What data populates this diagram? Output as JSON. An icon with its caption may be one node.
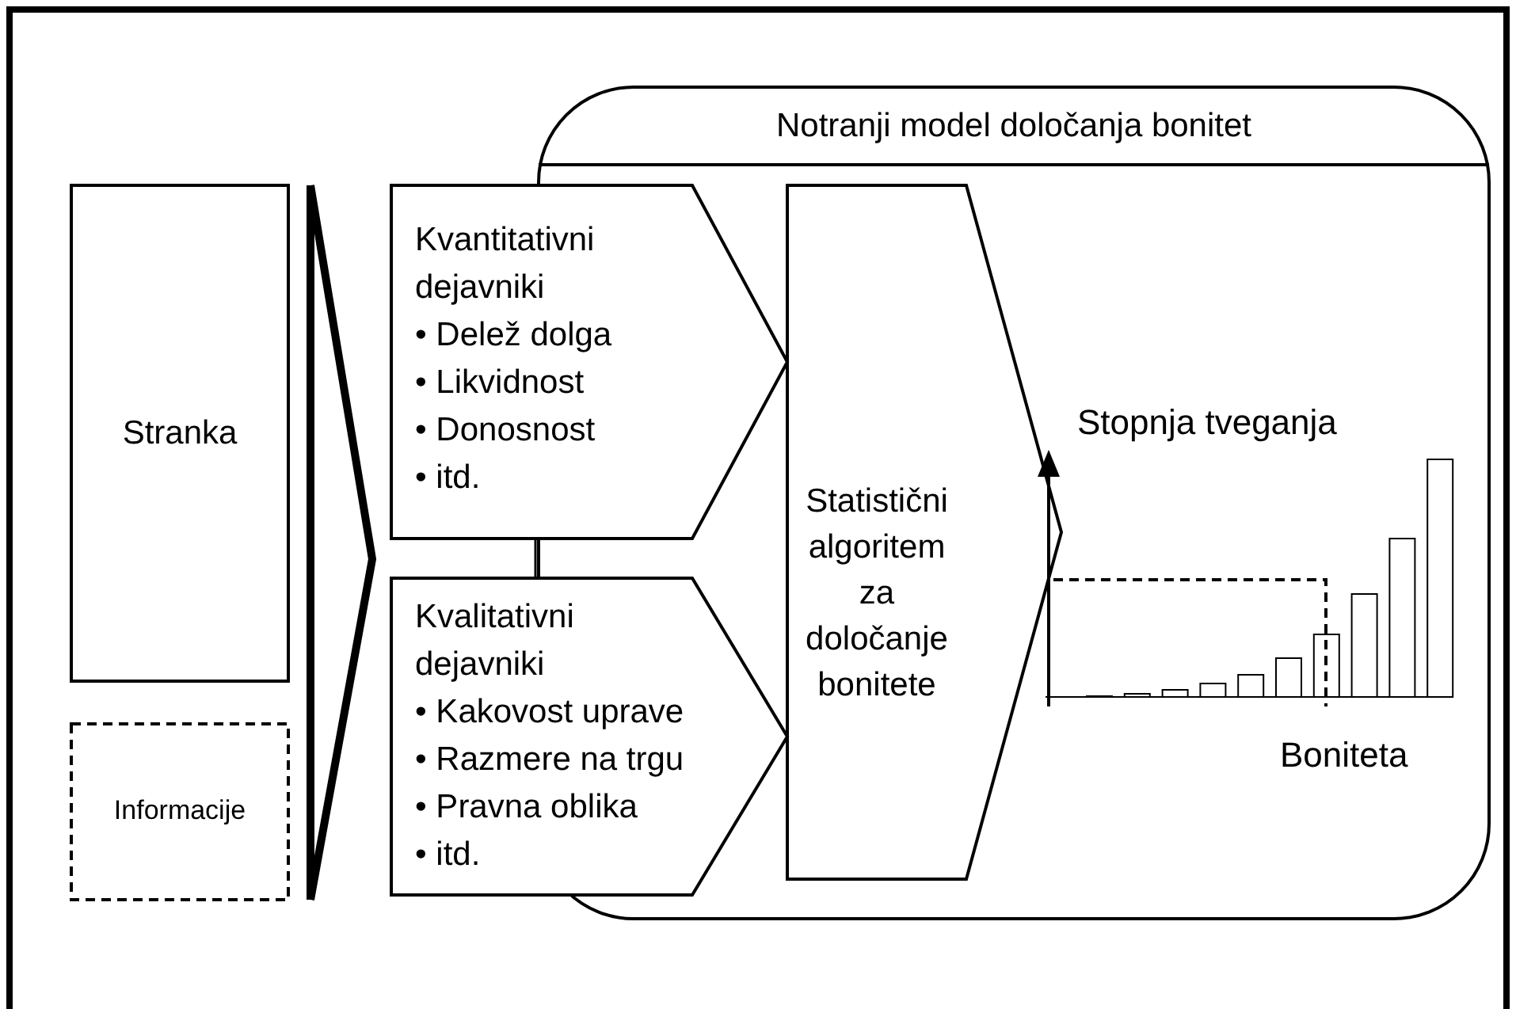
{
  "diagram": {
    "nodes": [
      {
        "text": [
          "Notranji model določanja bonitet"
        ]
      },
      {
        "text": [
          "Stranka"
        ]
      },
      {
        "text": [
          "Informacije"
        ]
      },
      {
        "text": [
          "Kvantitativni dejavniki",
          "• Delež dolga",
          "• Likvidnost",
          "• Donosnost",
          "• itd."
        ]
      },
      {
        "text": [
          "Kvalitativni dejavniki",
          "• Kakovost uprave",
          "• Razmere na trgu",
          "• Pravna oblika",
          "• itd."
        ]
      },
      {
        "text": [
          "Statistični algoritem za določanje bonitete"
        ],
        "in": 0
      }
    ],
    "edges": [
      {
        "from": 3,
        "to": 4,
        "arrow": "none"
      }
    ],
    "labels": [
      "Stopnja tveganja",
      "Boniteta"
    ]
  }
}
